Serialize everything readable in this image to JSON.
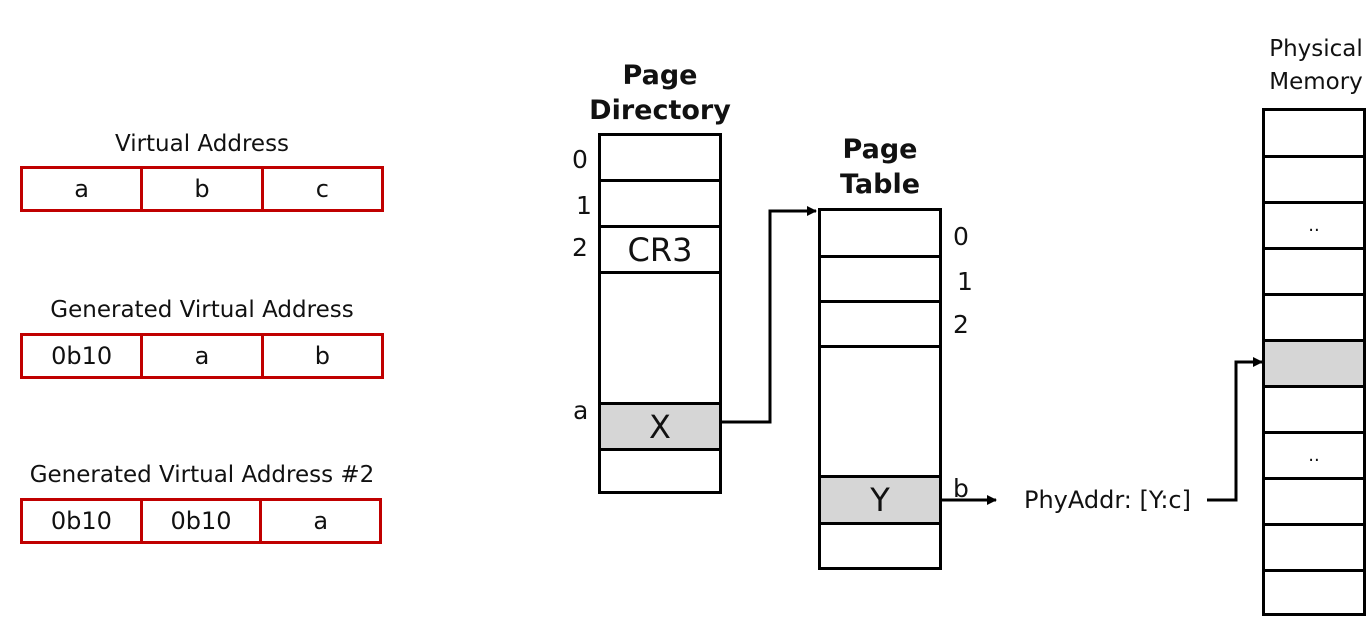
{
  "virtual_address": {
    "title": "Virtual Address",
    "cells": [
      "a",
      "b",
      "c"
    ]
  },
  "generated_virtual_address": {
    "title": "Generated Virtual Address",
    "cells": [
      "0b10",
      "a",
      "b"
    ]
  },
  "generated_virtual_address_2": {
    "title": "Generated Virtual Address #2",
    "cells": [
      "0b10",
      "0b10",
      "a"
    ]
  },
  "page_directory": {
    "title_line1": "Page",
    "title_line2": "Directory",
    "entries": [
      "",
      "",
      "CR3",
      "",
      "X",
      ""
    ],
    "indices": [
      "0",
      "1",
      "2",
      "a"
    ]
  },
  "page_table": {
    "title_line1": "Page",
    "title_line2": "Table",
    "entries": [
      "",
      "",
      "",
      "",
      "Y",
      ""
    ],
    "indices": [
      "0",
      "1",
      "2",
      "b"
    ]
  },
  "physical_memory": {
    "title_line1": "Physical",
    "title_line2": "Memory",
    "entries": [
      "",
      "",
      "..",
      "",
      "",
      "",
      "",
      "..",
      "",
      "",
      ""
    ]
  },
  "phy_addr_label": "PhyAddr: [Y:c]",
  "colors": {
    "address_border": "#c00000",
    "highlight": "#d6d6d6",
    "line": "#000000"
  }
}
